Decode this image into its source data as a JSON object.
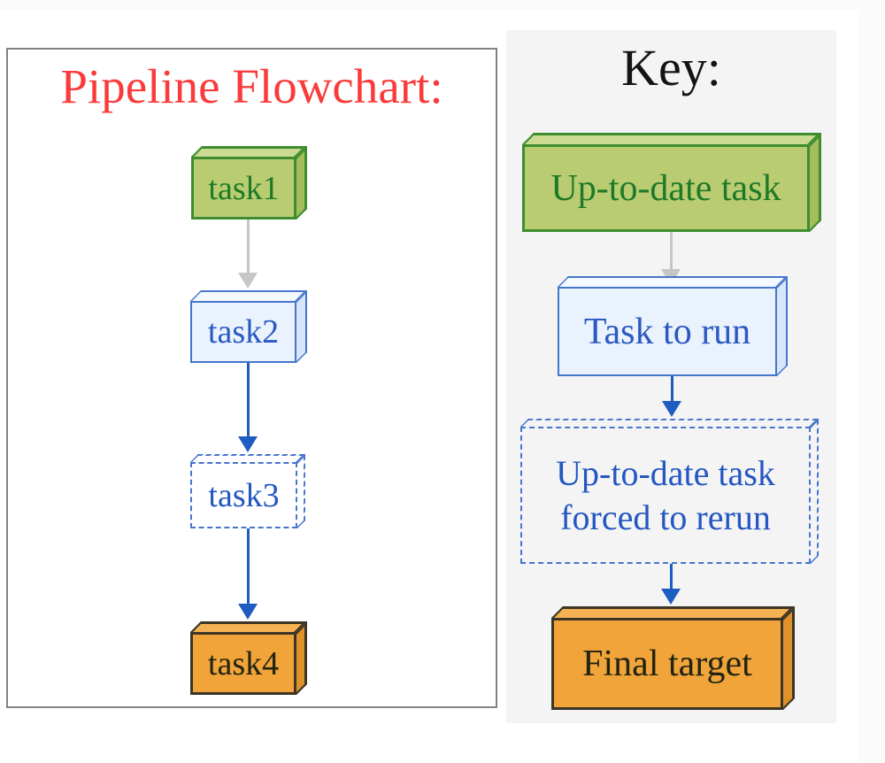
{
  "flowchart": {
    "title": "Pipeline Flowchart:",
    "nodes": [
      {
        "id": "task1",
        "label": "task1",
        "status": "up-to-date-task"
      },
      {
        "id": "task2",
        "label": "task2",
        "status": "task-to-run"
      },
      {
        "id": "task3",
        "label": "task3",
        "status": "up-to-date-task-forced-to-rerun"
      },
      {
        "id": "task4",
        "label": "task4",
        "status": "final-target"
      }
    ],
    "edges": [
      {
        "from": "task1",
        "to": "task2",
        "color": "#c6c6c6"
      },
      {
        "from": "task2",
        "to": "task3",
        "color": "#1d5cc0"
      },
      {
        "from": "task3",
        "to": "task4",
        "color": "#1d5cc0"
      }
    ]
  },
  "key": {
    "title": "Key:",
    "items": [
      {
        "label": "Up-to-date task",
        "status": "up-to-date-task"
      },
      {
        "label": "Task to run",
        "status": "task-to-run"
      },
      {
        "label": "Up-to-date task forced to rerun",
        "status": "up-to-date-task-forced-to-rerun"
      },
      {
        "label": "Final target",
        "status": "final-target"
      }
    ],
    "connectors": [
      {
        "from": 0,
        "to": 1,
        "color": "#c6c6c6"
      },
      {
        "from": 1,
        "to": 2,
        "color": "#1d5cc0"
      },
      {
        "from": 2,
        "to": 3,
        "color": "#1d5cc0"
      }
    ]
  },
  "colors": {
    "flowchart_title": "#fa3b3b",
    "key_title": "#141414",
    "panel_border": "#828282",
    "key_panel_bg": "#f4f4f5",
    "up_to_date_fill": "#b9cc72",
    "up_to_date_stroke": "#3e8e2f",
    "up_to_date_text": "#1f7a28",
    "task_to_run_fill": "#eaf2fd",
    "task_to_run_stroke": "#4575cd",
    "task_to_run_text": "#2b59c0",
    "forced_rerun_stroke": "#4575cd",
    "forced_rerun_text": "#2457c2",
    "final_target_fill": "#f1a43a",
    "final_target_stroke": "#3c3526",
    "final_target_text": "#22240f",
    "arrow_gray": "#c6c6c6",
    "arrow_blue": "#1d5cc0"
  }
}
